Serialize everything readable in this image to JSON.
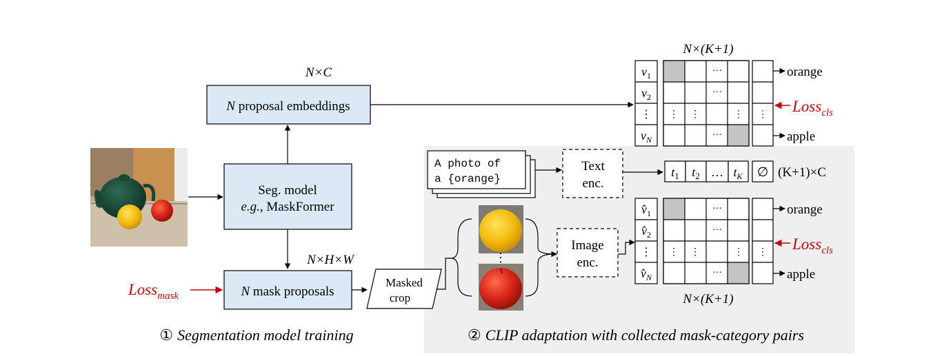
{
  "left": {
    "proposal_embeddings": {
      "dim_label": "N×C",
      "n": "N",
      "text": " proposal embeddings"
    },
    "seg_model": {
      "line1": "Seg. model",
      "eg": "e.g.",
      "line2_rest": ", MaskFormer"
    },
    "mask_proposals": {
      "dim_label": "N×H×W",
      "n": "N",
      "text": " mask proposals"
    },
    "loss_mask": {
      "base": "Loss",
      "sub": "mask"
    },
    "caption": {
      "num": "①",
      "text": "Segmentation model training"
    }
  },
  "right": {
    "masked_crop": {
      "line1": "Masked",
      "line2": "crop"
    },
    "prompt": {
      "line1": "A photo of",
      "line2": "a {orange}"
    },
    "text_enc": {
      "line1": "Text",
      "line2": "enc."
    },
    "image_enc": {
      "line1": "Image",
      "line2": "enc."
    },
    "text_tokens": [
      "t1",
      "t2",
      "…",
      "tK",
      "∅"
    ],
    "text_dim_label": "(K+1)×C",
    "caption": {
      "num": "②",
      "text": "CLIP adaptation with collected mask-category pairs"
    }
  },
  "matrix_top": {
    "dim_label": "N×(K+1)",
    "rows": [
      "v1",
      "v2",
      "⋮",
      "vN"
    ],
    "labels": {
      "top": "orange",
      "bottom": "apple"
    },
    "loss": {
      "base": "Loss",
      "sub": "cls"
    }
  },
  "matrix_bottom": {
    "dim_label": "N×(K+1)",
    "rows": [
      "v̂1",
      "v̂2",
      "⋮",
      "v̂N"
    ],
    "labels": {
      "top": "orange",
      "bottom": "apple"
    },
    "loss": {
      "base": "Loss",
      "sub": "cls"
    }
  },
  "colors": {
    "box_fill": "#dbe8f5",
    "panel_bg": "#efefef",
    "loss_red": "#c00000",
    "cell_gray": "#c4c4c4"
  }
}
